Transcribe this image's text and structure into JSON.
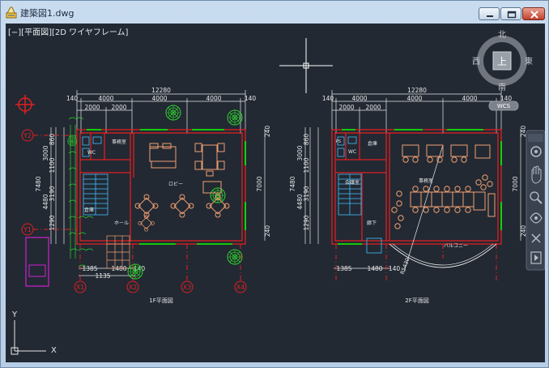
{
  "window": {
    "title": "建築図1.dwg",
    "icon": "dwg-file-icon"
  },
  "viewport": {
    "label": "[−][平面図][2D ワイヤフレーム]"
  },
  "viewcube": {
    "north": "北",
    "south": "南",
    "east": "東",
    "west": "西",
    "face": "上",
    "wcs": "WCS"
  },
  "ucs": {
    "x": "X",
    "y": "Y"
  },
  "plan1": {
    "title": "1F平面図",
    "dims_top_total": "12280",
    "dims_top_mid": [
      "140",
      "4000",
      "4000",
      "4000",
      "140"
    ],
    "dims_top_sub": [
      "2000",
      "2000"
    ],
    "dims_left": [
      "3000",
      "860",
      "1100",
      "3190",
      "1290"
    ],
    "dims_left_outer": [
      "7480",
      "4480"
    ],
    "dims_right": [
      "240",
      "7000",
      "240"
    ],
    "dims_bottom": [
      "1385",
      "1480",
      "140",
      "1135"
    ],
    "axis_v": [
      "Y2",
      "Y1"
    ],
    "axis_h": [
      "X1",
      "X2",
      "X3",
      "X4"
    ],
    "rooms": [
      "WC",
      "倉庫",
      "ロビー",
      "ホール",
      "事務室"
    ]
  },
  "plan2": {
    "title": "2F平面図",
    "dims_top_total": "12280",
    "dims_top_mid": [
      "140",
      "4000",
      "4000",
      "4000",
      "140"
    ],
    "dims_top_sub": [
      "2000",
      "2000"
    ],
    "dims_left": [
      "3000",
      "860",
      "1100",
      "3190",
      "1290"
    ],
    "dims_left_outer": [
      "7480",
      "4480"
    ],
    "dims_right": [
      "240",
      "7000",
      "240"
    ],
    "dims_bottom": [
      "1385",
      "1480",
      "140"
    ],
    "radius": "R5430",
    "rooms": [
      "PS",
      "WC",
      "倉庫",
      "会議室",
      "事務室",
      "廊下",
      "バルコニー"
    ]
  },
  "colors": {
    "background": "#222933",
    "wall": "#e02020",
    "dim": "#e8e8e8",
    "furniture": "#f0a070",
    "tree": "#2fd02f",
    "axis": "#e02020",
    "green_line": "#00ff00",
    "magenta": "#d020d0",
    "cyan": "#40c0ff"
  }
}
